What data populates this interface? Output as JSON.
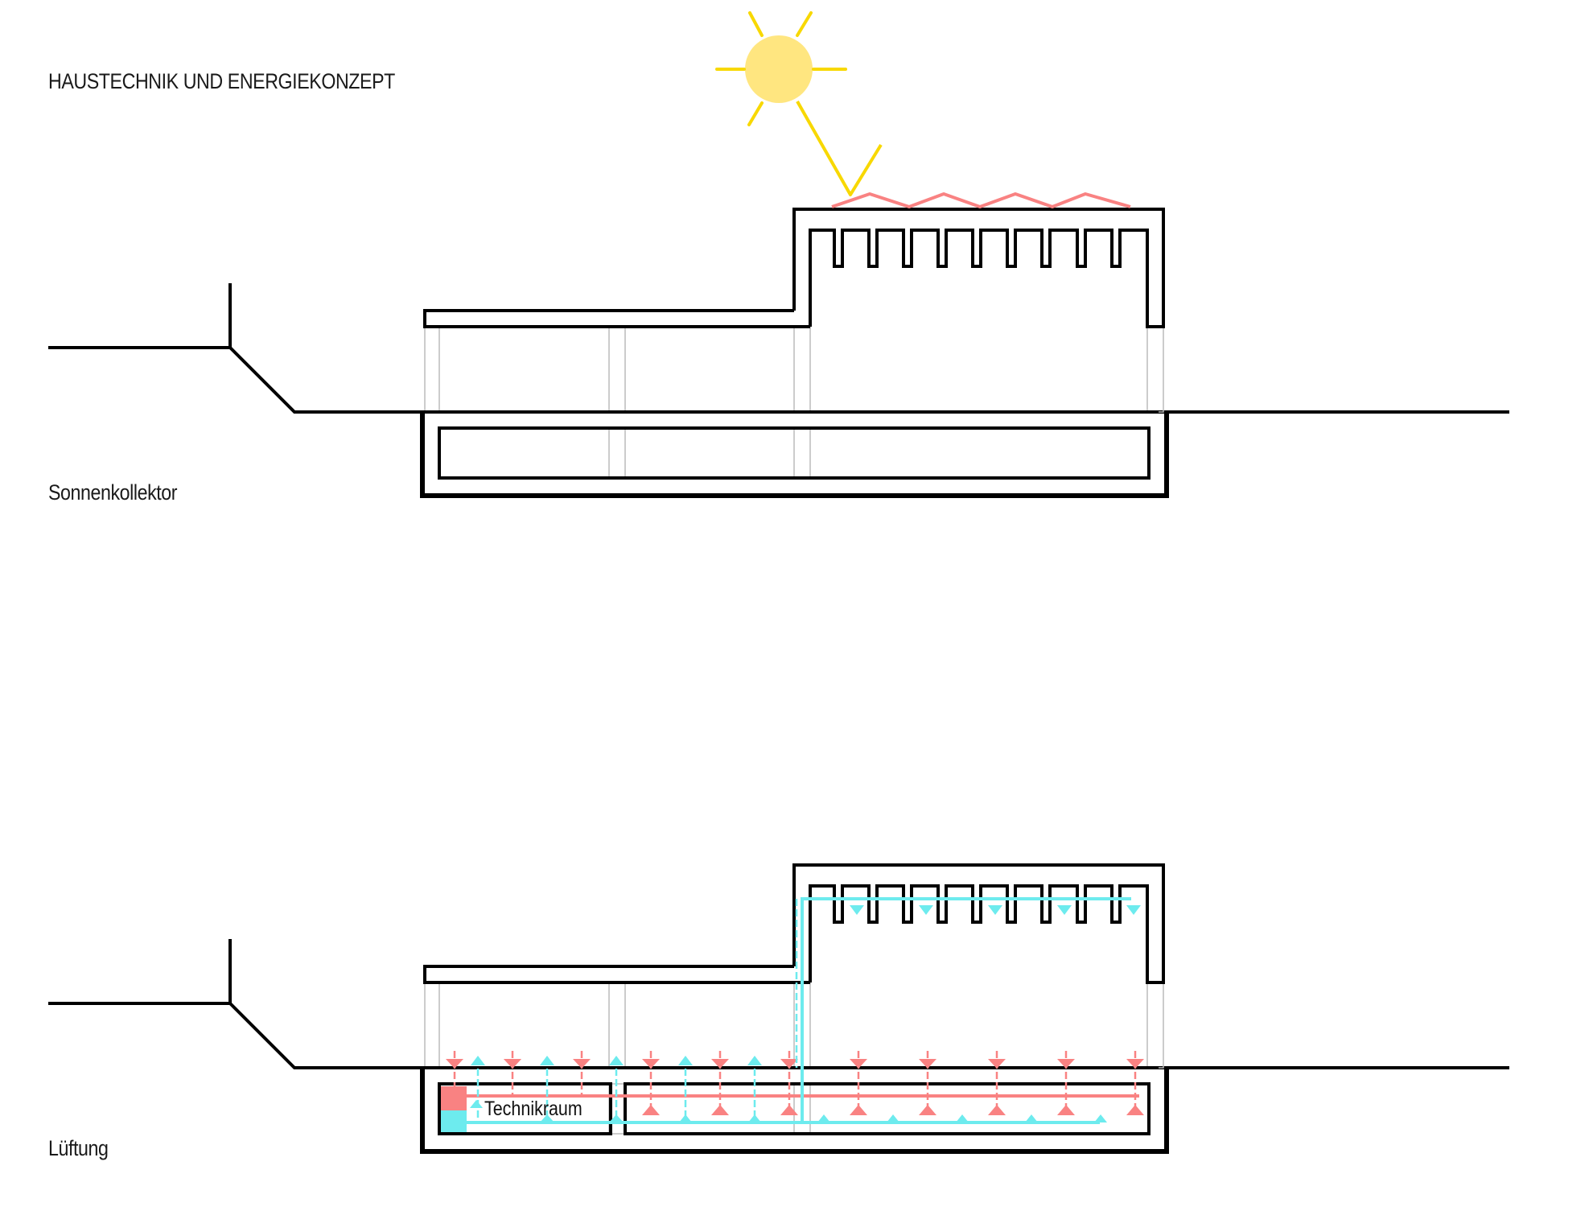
{
  "title": "HAUSTECHNIK UND ENERGIEKONZEPT",
  "sections": [
    {
      "label": "Sonnenkollektor"
    },
    {
      "label": "Lüftung",
      "room_label": "Technikraum"
    }
  ],
  "colors": {
    "structure": "#000000",
    "sun": "#FFE680",
    "sun_rays": "#F8D800",
    "warm_air": "#F98282",
    "fresh_air": "#6DEBEE",
    "columns": "#BBBBBB"
  },
  "icons": [
    "sun-icon"
  ]
}
